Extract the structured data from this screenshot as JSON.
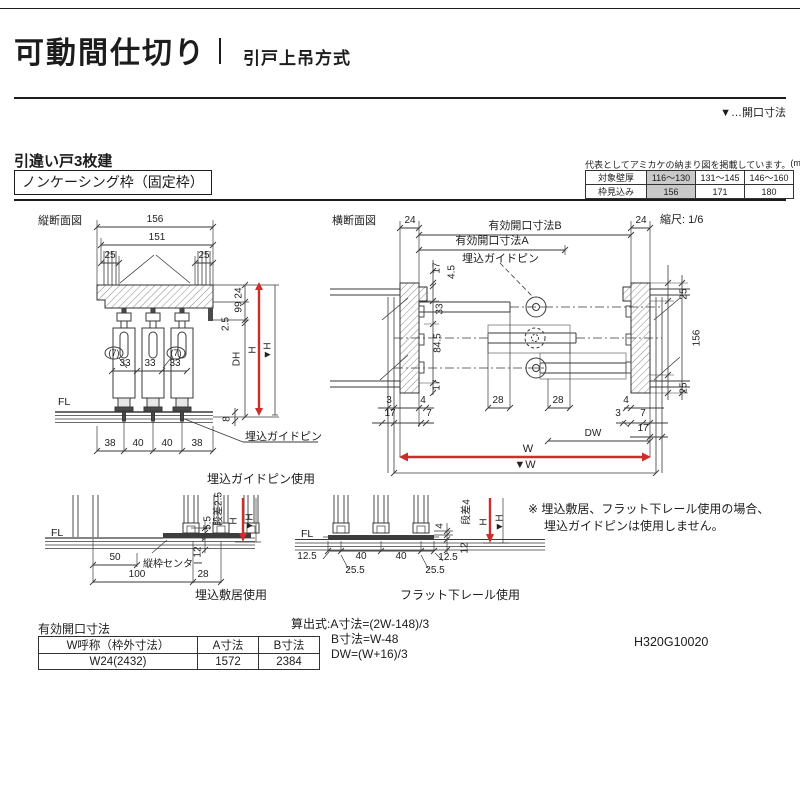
{
  "h": {
    "title": "可動間仕切り",
    "subtitle": "引戸上吊方式",
    "opening_note": "▼…開口寸法"
  },
  "sec": {
    "title": "引違い戸3枚建",
    "frame": "ノンケーシング枠（固定枠）"
  },
  "wt": {
    "caption": "代表としてアミカケの納まり図を掲載しています。",
    "unit": "(mm)",
    "r1": [
      "対象壁厚",
      "116～130",
      "131～145",
      "146～160"
    ],
    "r2": [
      "枠見込み",
      "156",
      "171",
      "180"
    ]
  },
  "vs": {
    "label": "縦断面図",
    "d156": "156",
    "d151": "151",
    "d25l": "25",
    "d25r": "25",
    "d24": "24",
    "d99": "99",
    "d2_5": "2.5",
    "dh": "DH",
    "h": "H",
    "hv": "▼H",
    "d8": "8",
    "n7a": "(7)",
    "n7b": "(7)",
    "d33a": "33",
    "d33b": "33",
    "d33c": "33",
    "fl": "FL",
    "pin": "埋込ガイドピン",
    "b1": "38",
    "b2": "40",
    "b3": "40",
    "b4": "38",
    "caption": "埋込ガイドピン使用"
  },
  "hs": {
    "label": "横断面図",
    "scale": "縮尺: 1/6",
    "d24l": "24",
    "db": "有効開口寸法B",
    "d24r": "24",
    "da": "有効開口寸法A",
    "pin": "埋込ガイドピン",
    "d17t": "17",
    "d4_5": "4.5",
    "d33": "33",
    "d84": "84.5",
    "d17b": "17",
    "d25t": "25",
    "d156": "156",
    "d25b": "25",
    "d3l": "3",
    "d4l": "4",
    "d17l": "17",
    "d7l": "7",
    "d28a": "28",
    "d28b": "28",
    "d4r": "4",
    "d3r": "3",
    "d7r": "7",
    "d17r": "17",
    "dw": "DW",
    "w": "W",
    "wv": "▼W"
  },
  "sd": {
    "fl": "FL",
    "step": "段差2.5",
    "d5_5": "5.5",
    "d12": "12",
    "h": "H",
    "hv": "▼H",
    "d50": "50",
    "center": "縦枠センター",
    "d100": "100",
    "d28": "28",
    "caption": "埋込敷居使用"
  },
  "rd": {
    "fl": "FL",
    "step": "段差4",
    "d4": "4",
    "d12": "12",
    "h": "H",
    "hv": "▼H",
    "d12_5l": "12.5",
    "d40a": "40",
    "d40b": "40",
    "d12_5r": "12.5",
    "d25_5l": "25.5",
    "d25_5r": "25.5",
    "caption": "フラット下レール使用"
  },
  "note": {
    "l1": "※ 埋込敷居、フラット下レール使用の場合、",
    "l2": "埋込ガイドピンは使用しません。"
  },
  "ot": {
    "title": "有効開口寸法",
    "headers": [
      "W呼称（枠外寸法）",
      "A寸法",
      "B寸法"
    ],
    "row": [
      "W24(2432)",
      "1572",
      "2384"
    ]
  },
  "fx": {
    "l1": "算出式:A寸法=(2W-148)/3",
    "l2": "B寸法=W-48",
    "l3": "DW=(W+16)/3"
  },
  "code": "H320G10020"
}
